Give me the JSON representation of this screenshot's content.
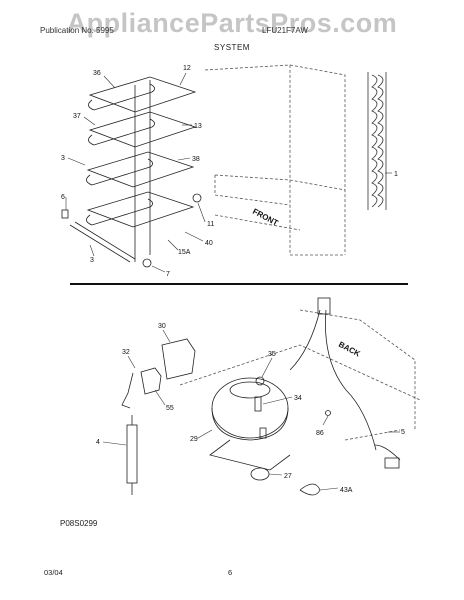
{
  "watermark": "AppliancePartsPros.com",
  "header": {
    "left_text": "Publication No. 5995",
    "right_text": "LFU21F7AW",
    "section_title": "SYSTEM"
  },
  "callouts_top": {
    "c36": "36",
    "c12": "12",
    "c37": "37",
    "c13": "13",
    "c3a": "3",
    "c38": "38",
    "c6": "6",
    "c11": "11",
    "c40": "40",
    "c15a": "15A",
    "c3b": "3",
    "c7": "7",
    "c1": "1",
    "front": "FRONT"
  },
  "callouts_bottom": {
    "c30": "30",
    "c32": "32",
    "c55": "55",
    "c35": "35",
    "back": "BACK",
    "c34": "34",
    "c86": "86",
    "c5": "5",
    "c4": "4",
    "c29": "29",
    "c27": "27",
    "c43a": "43A"
  },
  "diagram_code": "P08S0299",
  "footer": {
    "date": "03/04",
    "page": "6"
  }
}
